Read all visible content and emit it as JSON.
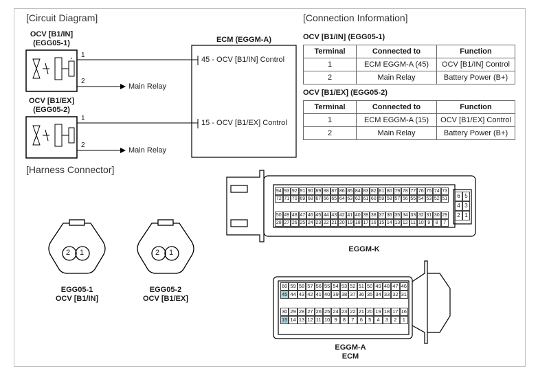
{
  "titles": {
    "circuit": "[Circuit Diagram]",
    "connection": "[Connection Information]",
    "harness": "[Harness Connector]"
  },
  "circuit": {
    "ocv_in": {
      "name": "OCV [B1/IN]",
      "code": "(EGG05-1)",
      "pin1": "1",
      "pin2": "2",
      "relay": "Main Relay"
    },
    "ocv_ex": {
      "name": "OCV [B1/EX]",
      "code": "(EGG05-2)",
      "pin1": "1",
      "pin2": "2",
      "relay": "Main Relay"
    },
    "ecm": {
      "title": "ECM (EGGM-A)",
      "pin45": "45 - OCV [B1/IN] Control",
      "pin15": "15 - OCV [B1/EX] Control"
    }
  },
  "connection_tables": [
    {
      "title": "OCV [B1/IN] (EGG05-1)",
      "headers": [
        "Terminal",
        "Connected to",
        "Function"
      ],
      "rows": [
        [
          "1",
          "ECM EGGM-A (45)",
          "OCV [B1/IN] Control"
        ],
        [
          "2",
          "Main Relay",
          "Battery Power (B+)"
        ]
      ]
    },
    {
      "title": "OCV [B1/EX] (EGG05-2)",
      "headers": [
        "Terminal",
        "Connected to",
        "Function"
      ],
      "rows": [
        [
          "1",
          "ECM EGGM-A (15)",
          "OCV [B1/EX] Control"
        ],
        [
          "2",
          "Main Relay",
          "Battery Power (B+)"
        ]
      ]
    }
  ],
  "harness": {
    "egg05_1": {
      "line1": "EGG05-1",
      "line2": "OCV [B1/IN]",
      "pins": [
        "2",
        "1"
      ]
    },
    "egg05_2": {
      "line1": "EGG05-2",
      "line2": "OCV [B1/EX]",
      "pins": [
        "2",
        "1"
      ]
    },
    "eggm_k": {
      "label": "EGGM-K",
      "rows": [
        [
          "94",
          "93",
          "92",
          "91",
          "90",
          "89",
          "88",
          "87",
          "86",
          "85",
          "84",
          "83",
          "82",
          "81",
          "80",
          "79",
          "78",
          "77",
          "76",
          "75",
          "74",
          "73"
        ],
        [
          "72",
          "71",
          "70",
          "69",
          "68",
          "67",
          "66",
          "65",
          "64",
          "63",
          "62",
          "61",
          "60",
          "59",
          "58",
          "57",
          "56",
          "55",
          "54",
          "53",
          "52",
          "51"
        ],
        [
          "50",
          "49",
          "48",
          "47",
          "46",
          "45",
          "44",
          "43",
          "42",
          "41",
          "40",
          "39",
          "38",
          "37",
          "36",
          "35",
          "34",
          "33",
          "32",
          "31",
          "30",
          "29"
        ],
        [
          "28",
          "27",
          "26",
          "25",
          "24",
          "23",
          "22",
          "21",
          "20",
          "19",
          "18",
          "17",
          "16",
          "15",
          "14",
          "13",
          "12",
          "11",
          "10",
          "9",
          "8",
          "7"
        ]
      ],
      "side": [
        [
          "6",
          "5"
        ],
        [
          "4",
          "3"
        ],
        [
          "2",
          "1"
        ]
      ]
    },
    "eggm_a": {
      "label": "EGGM-A",
      "sublabel": "ECM",
      "rows": [
        [
          "60",
          "59",
          "58",
          "57",
          "56",
          "55",
          "54",
          "53",
          "52",
          "51",
          "50",
          "49",
          "48",
          "47",
          "46"
        ],
        [
          "45",
          "44",
          "43",
          "42",
          "41",
          "40",
          "39",
          "38",
          "37",
          "36",
          "35",
          "34",
          "33",
          "32",
          "31"
        ],
        [
          "30",
          "29",
          "28",
          "27",
          "26",
          "25",
          "24",
          "23",
          "22",
          "21",
          "20",
          "19",
          "18",
          "17",
          "16"
        ],
        [
          "15",
          "14",
          "13",
          "12",
          "11",
          "10",
          "9",
          "8",
          "7",
          "6",
          "5",
          "4",
          "3",
          "2",
          "1"
        ]
      ],
      "highlight": [
        "45",
        "15"
      ],
      "highlight_color": "#a9d3dc"
    }
  }
}
